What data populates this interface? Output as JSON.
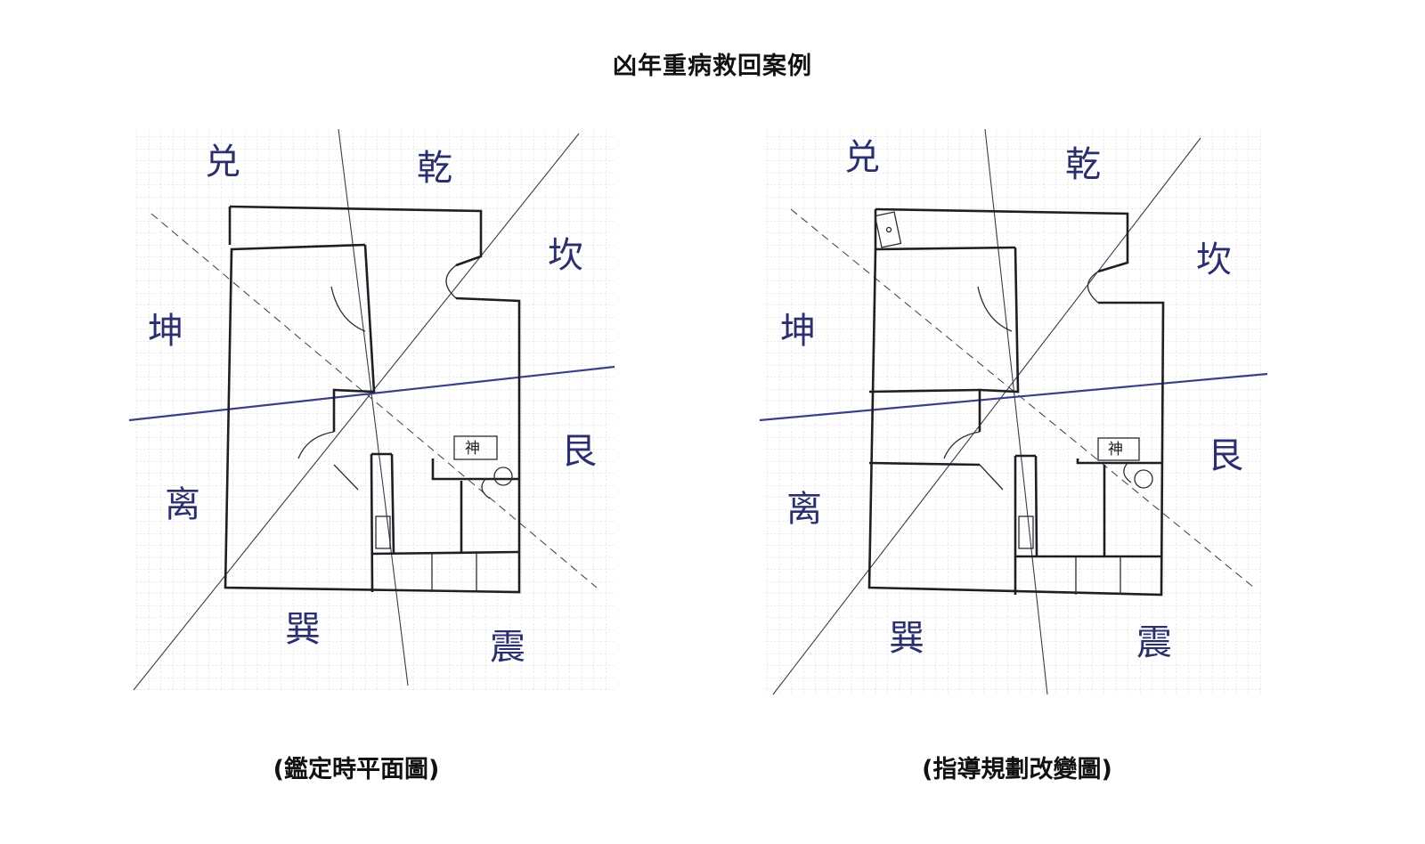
{
  "title": "凶年重病救回案例",
  "panels": [
    {
      "caption": "(鑑定時平面圖)",
      "shrine_label": "神",
      "trigrams": {
        "dui": "兑",
        "qian": "乾",
        "kan": "坎",
        "kun": "坤",
        "gen": "艮",
        "li": "离",
        "xun": "巽",
        "zhen": "震"
      }
    },
    {
      "caption": "(指導規劃改變圖)",
      "shrine_label": "神",
      "trigrams": {
        "dui": "兑",
        "qian": "乾",
        "kan": "坎",
        "kun": "坤",
        "gen": "艮",
        "li": "离",
        "xun": "巽",
        "zhen": "震"
      }
    }
  ],
  "colors": {
    "ink": "#2c2f6e",
    "grid": "#c9c9cf",
    "wall": "#1e1e24"
  }
}
